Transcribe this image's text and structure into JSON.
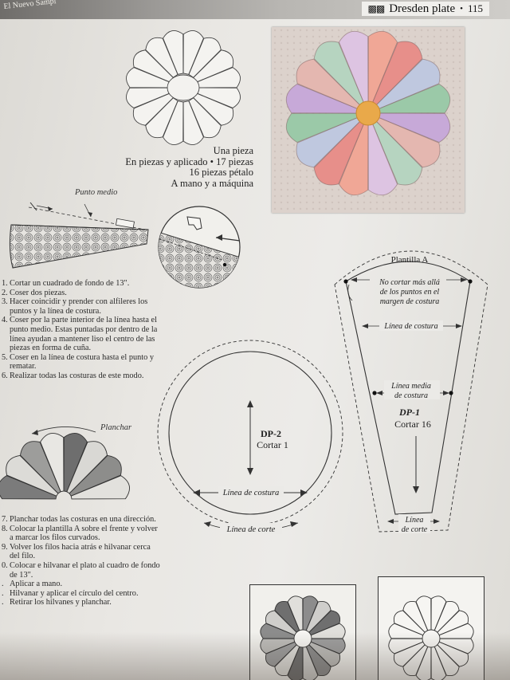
{
  "header": {
    "running_head": "El Nuevo Sampl",
    "icons": "▩▩",
    "title": "Dresden plate",
    "separator": "•",
    "page_number": "115"
  },
  "caption": {
    "lines": [
      "Una pieza",
      "En piezas y aplicado • 17 piezas",
      "16 piezas pétalo",
      "A mano y a máquina"
    ]
  },
  "diagram_labels": {
    "punto_medio": "Punto medio",
    "planchar": "Planchar"
  },
  "steps_part1": [
    {
      "num": "1.",
      "text": "Cortar un cuadrado de fondo de 13\"."
    },
    {
      "num": "2.",
      "text": "Coser dos piezas."
    },
    {
      "num": "3.",
      "text": "Hacer coincidir y prender con alfileres los puntos y la línea de costura."
    },
    {
      "num": "4.",
      "text": "Coser por la parte interior de la línea hasta el punto medio. Estas puntadas por dentro de la línea ayudan a mantener liso el centro de las piezas en forma de cuña."
    },
    {
      "num": "5.",
      "text": "Coser en la línea de costura hasta el punto y rematar."
    },
    {
      "num": "6.",
      "text": "Realizar todas las costuras de este modo."
    }
  ],
  "steps_part2": [
    {
      "num": "7.",
      "text": "Planchar todas las costuras en una dirección."
    },
    {
      "num": "8.",
      "text": "Colocar la plantilla A sobre el frente y volver a marcar los filos curvados."
    },
    {
      "num": "9.",
      "text": "Volver los filos hacia atrás e hilvanar cerca del filo."
    },
    {
      "num": "0.",
      "text": "Colocar e hilvanar el plato al cuadro de fondo de 13\"."
    },
    {
      "num": ".",
      "text": "Aplicar a mano."
    },
    {
      "num": ".",
      "text": "Hilvanar y aplicar el círculo del centro."
    },
    {
      "num": ".",
      "text": "Retirar los hilvanes y planchar."
    }
  ],
  "circle_template": {
    "code": "DP-2",
    "instruction": "Cortar 1",
    "seam_label": "Línea de costura",
    "cut_label": "Línea de corte"
  },
  "petal_template": {
    "name": "Plantilla A",
    "note_lines": [
      "No cortar más allá",
      "de los puntos en el",
      "margen de costura"
    ],
    "seam_label": "Línea de costura",
    "midline_label_lines": [
      "Línea media",
      "de costura"
    ],
    "code": "DP-1",
    "instruction": "Cortar 16",
    "cut_label_lines": [
      "Línea",
      "de corte"
    ]
  }
}
